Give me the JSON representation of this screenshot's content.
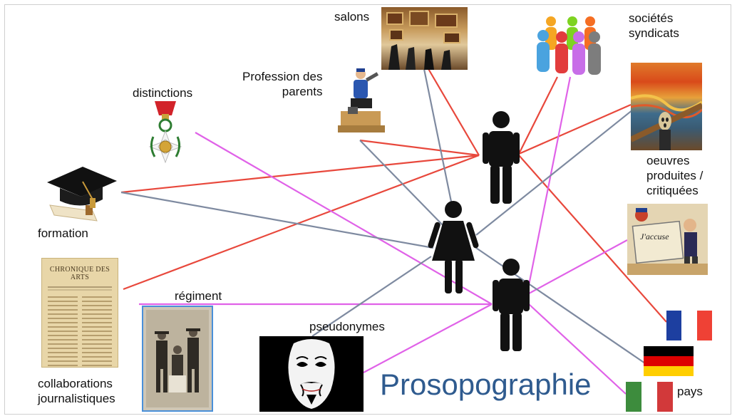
{
  "title": "Prosopographie",
  "labels": {
    "salons": "salons",
    "societes": "sociétés\nsyndicats",
    "profession": "Profession des\nparents",
    "distinctions": "distinctions",
    "oeuvres": "oeuvres\nproduites /\ncritiquées",
    "formation": "formation",
    "regiment": "régiment",
    "pseudonymes": "pseudonymes",
    "collaborations": "collaborations\njournalistiques",
    "pays": "pays"
  },
  "images": {
    "newspaper_title": "CHRONIQUE DES ARTS",
    "painting_caption": "J'accuse"
  },
  "colors": {
    "red": "#e8483c",
    "magenta": "#e062e8",
    "grey": "#7e8aa0",
    "title": "#2f5b8f"
  }
}
